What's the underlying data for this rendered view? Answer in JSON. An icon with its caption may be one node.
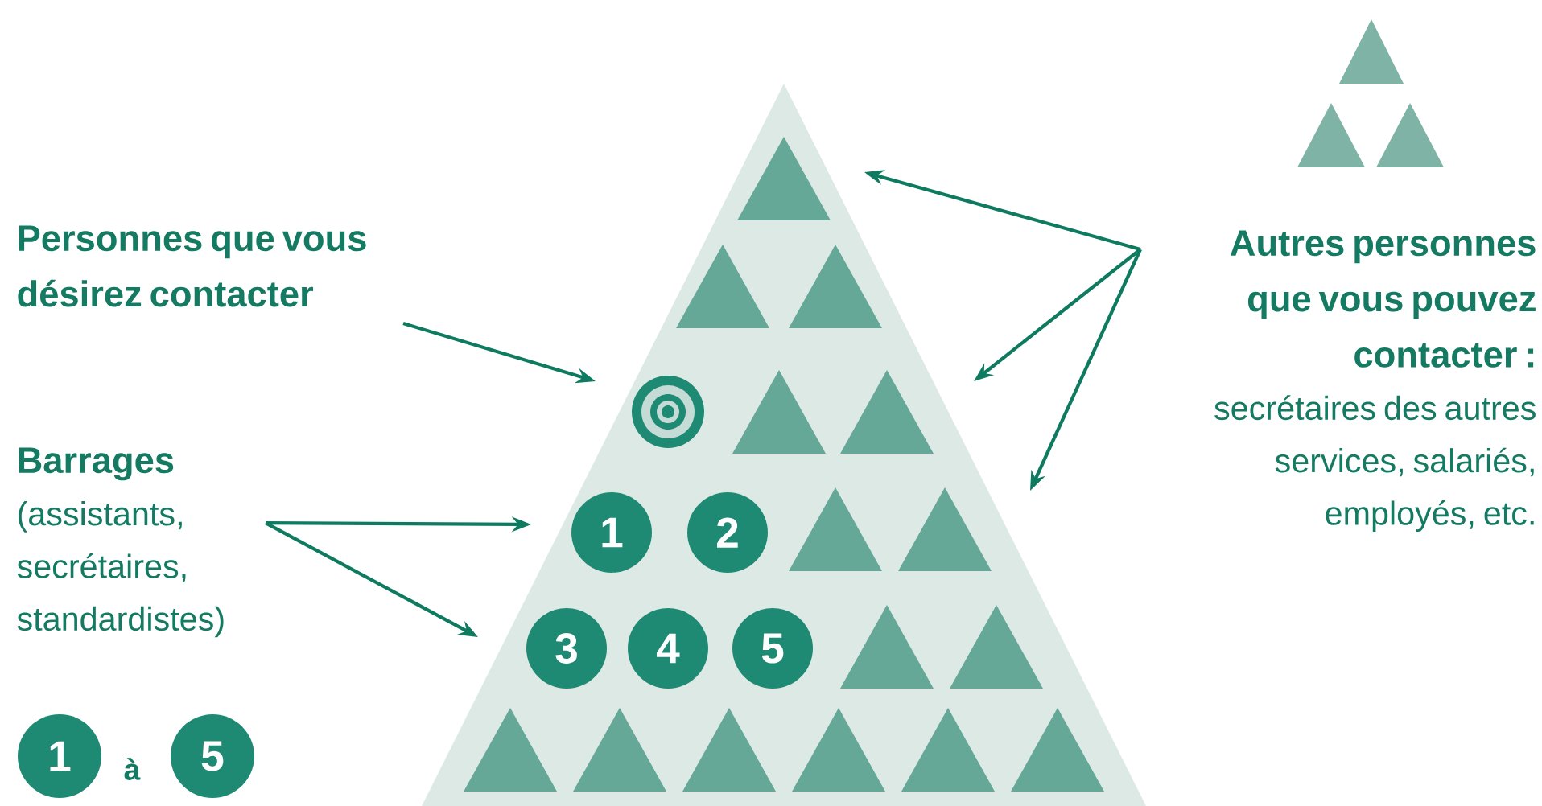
{
  "diagram": {
    "nodes": [
      {
        "text": [
          "Personnes que vous désirez contacter"
        ]
      },
      {
        "text": [
          "Barrages",
          "(assistants, secrétaires, standardistes)"
        ]
      },
      {
        "text": [
          "Autres personnes que vous pouvez contacter :",
          "secrétaires des autres services, salariés, employés, etc."
        ]
      },
      {
        "text": [],
        "shape": "triangle"
      },
      {
        "text": [
          "1"
        ],
        "in": 3
      },
      {
        "text": [
          "2"
        ],
        "in": 3
      },
      {
        "text": [
          "3"
        ],
        "in": 3
      },
      {
        "text": [
          "4"
        ],
        "in": 3
      },
      {
        "text": [
          "5"
        ],
        "in": 3
      },
      {
        "text": [
          "1"
        ]
      },
      {
        "text": [
          "5"
        ]
      }
    ],
    "edges": [
      {
        "from": 0,
        "to": null,
        "arrow": "to"
      },
      {
        "from": 1,
        "to": null,
        "arrow": "to"
      },
      {
        "from": 1,
        "to": null,
        "arrow": "to"
      },
      {
        "from": 2,
        "to": null,
        "arrow": "to"
      },
      {
        "from": 2,
        "to": null,
        "arrow": "to"
      },
      {
        "from": 2,
        "to": null,
        "arrow": "to"
      }
    ],
    "labels": [
      "à"
    ]
  }
}
